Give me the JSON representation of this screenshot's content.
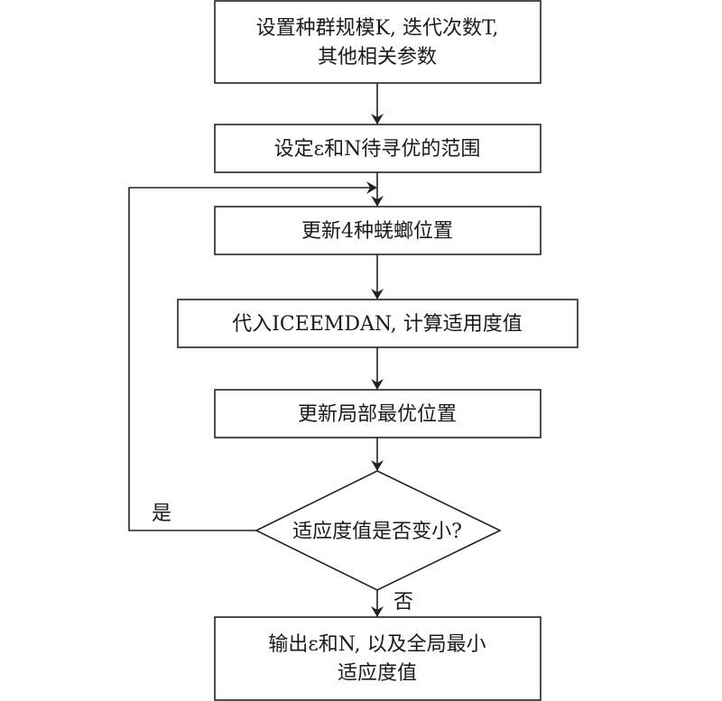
{
  "flowchart": {
    "step1": {
      "line1": "设置种群规模K, 迭代次数T,",
      "line2": "其他相关参数"
    },
    "step2": {
      "label": "设定ε和N待寻优的范围"
    },
    "step3": {
      "label": "更新4种蜣螂位置"
    },
    "step4": {
      "label": "代入ICEEMDAN, 计算适用度值"
    },
    "step5": {
      "label": "更新局部最优位置"
    },
    "decision": {
      "label": "适应度值是否变小?",
      "yes_label": "是",
      "no_label": "否"
    },
    "output": {
      "line1": "输出ε和N, 以及全局最小",
      "line2": "适应度值"
    }
  }
}
